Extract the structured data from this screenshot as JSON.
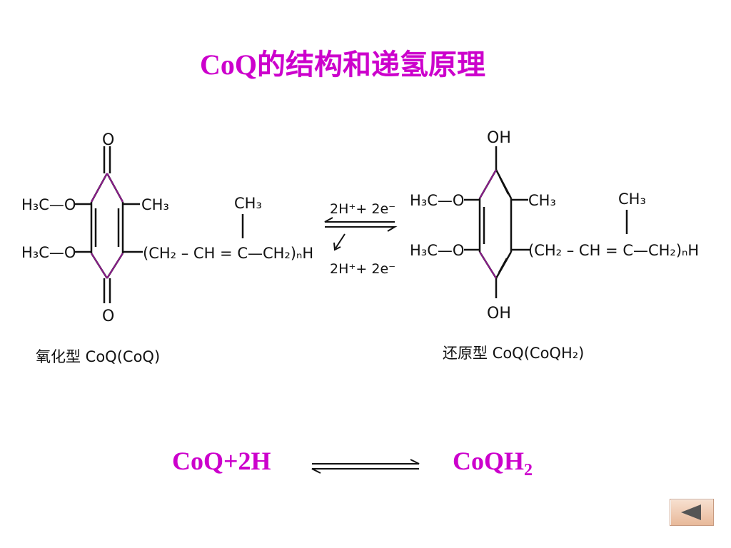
{
  "title": "CoQ的结构和递氢原理",
  "oxidized": {
    "top_atom": "O",
    "bottom_atom": "O",
    "methoxy_top": "H₃C—O",
    "methoxy_bottom": "H₃C—O",
    "methyl": "CH₃",
    "chain_methyl": "CH₃",
    "chain": "(CH₂ – CH = C—CH₂)ₙH",
    "caption": "氧化型 CoQ(CoQ)"
  },
  "reduced": {
    "top_group": "OH",
    "bottom_group": "OH",
    "methoxy_top": "H₃C—O",
    "methoxy_bottom": "H₃C—O",
    "methyl": "CH₃",
    "chain_methyl": "CH₃",
    "chain": "(CH₂ – CH = C—CH₂)ₙH",
    "caption": "还原型 CoQ(CoQH₂)"
  },
  "arrow_labels": {
    "top": "2H⁺+ 2e⁻",
    "bottom": "2H⁺+ 2e⁻"
  },
  "equation": {
    "left": "CoQ+2H",
    "right_base": "CoQH",
    "right_sub": "2"
  },
  "colors": {
    "title": "#cc00cc",
    "bond_highlight": "#8b1a8b",
    "back_button": "#e8b99a"
  },
  "icons": {
    "back": "triangle-left-icon"
  }
}
